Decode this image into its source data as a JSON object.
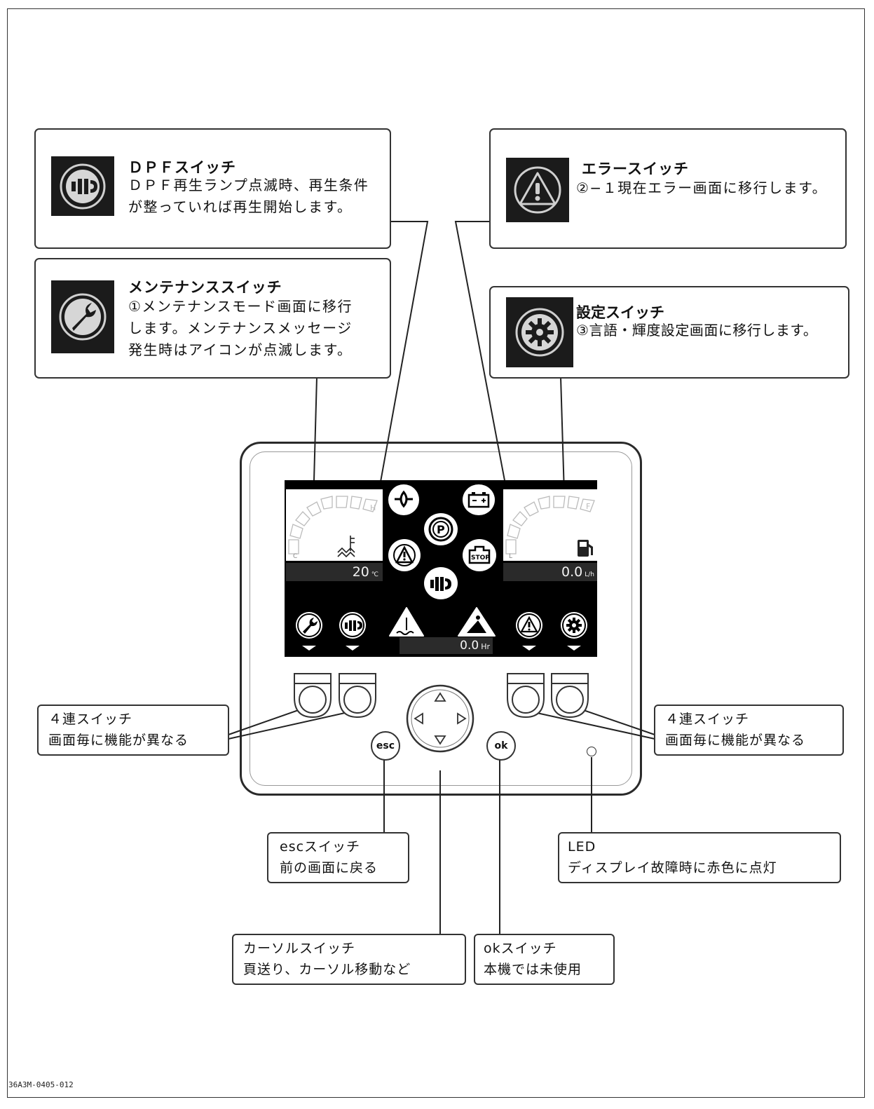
{
  "callouts": {
    "dpf": {
      "title": "ＤＰＦスイッチ",
      "text": "ＤＰＦ再生ランプ点滅時、再生条件\nが整っていれば再生開始します。"
    },
    "maintenance": {
      "title": "メンテナンススイッチ",
      "text": "①メンテナンスモード画面に移行\nします。メンテナンスメッセージ\n発生時はアイコンが点滅します。"
    },
    "error": {
      "title": "エラースイッチ",
      "text": "②−１現在エラー画面に移行します。"
    },
    "settings": {
      "title": "設定スイッチ",
      "text": "③言語・輝度設定画面に移行します。"
    }
  },
  "labels": {
    "quad_left": "４連スイッチ\n画面毎に機能が異なる",
    "quad_right": "４連スイッチ\n画面毎に機能が異なる",
    "esc": "escスイッチ\n前の画面に戻る",
    "led": "LED\nディスプレイ故障時に赤色に点灯",
    "cursor": "カーソルスイッチ\n頁送り、カーソル移動など",
    "ok": "okスイッチ\n本機では未使用"
  },
  "screen": {
    "temp_value": "20",
    "temp_unit": "℃",
    "temp_gauge_high": "H",
    "temp_gauge_low": "C",
    "fuel_value": "0.0",
    "fuel_unit": "L/h",
    "fuel_gauge_full": "F",
    "fuel_gauge_low": "L",
    "hours_value": "0.0",
    "hours_unit": "Hr",
    "stop_label": "STOP"
  },
  "buttons": {
    "esc": "esc",
    "ok": "ok"
  },
  "figure_code": "36A3M-0405-012",
  "icons": [
    "dpf-icon",
    "wrench-icon",
    "warning-icon",
    "gear-icon",
    "oil-pressure-icon",
    "battery-icon",
    "parking-brake-icon",
    "stop-icon",
    "coolant-icon",
    "fuel-icon",
    "road-hazard-icon"
  ]
}
